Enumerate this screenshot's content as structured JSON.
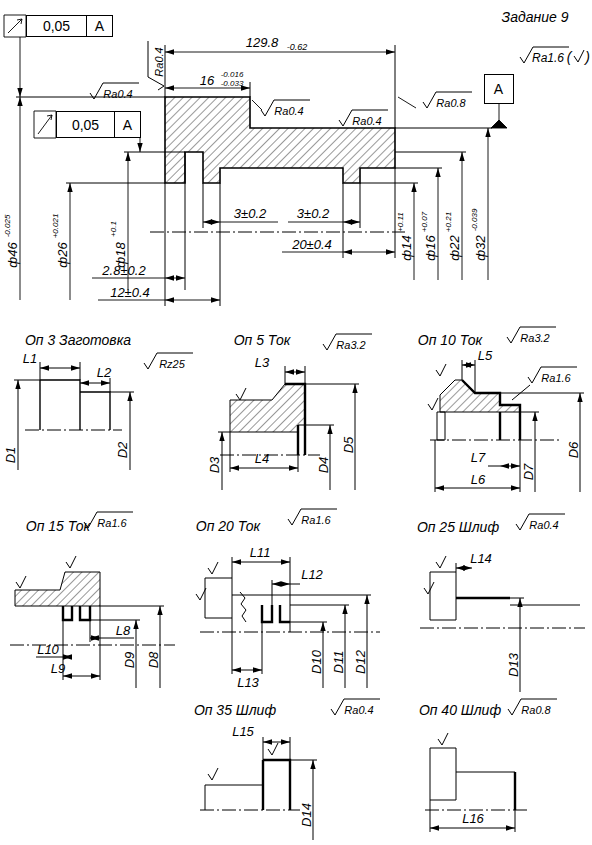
{
  "diagram": {
    "nodes": [
      {
        "text": [
          "0,05",
          "A"
        ]
      },
      {
        "text": [
          "0,05",
          "A"
        ]
      },
      {
        "text": [
          "A"
        ]
      }
    ],
    "labels": [
      "Задание 9",
      "Ra1.6",
      "(",
      ")",
      "Ra0.4",
      "129.8",
      "-0.62",
      "16",
      "-0.016",
      "-0.033",
      "Ra0.4",
      "Ra0.4",
      "Ra0.4",
      "Ra0.8",
      "ф46",
      "-0.025",
      "ф26",
      "+0.021",
      "ф18",
      "+0.1",
      "ф14",
      "+0.11",
      "ф16",
      "+0.07",
      "ф22",
      "+0.21",
      "ф32",
      "-0.039",
      "3±0.2",
      "3±0.2",
      "20±0.4",
      "2.8±0.2",
      "12±0.4",
      "Оп 3 Заготовка",
      "Rz25",
      "L1",
      "L2",
      "D1",
      "D2",
      "Оп 5 Ток",
      "Ra3.2",
      "L3",
      "L4",
      "D3",
      "D4",
      "D5",
      "Оп 10 Ток",
      "Ra3.2",
      "L5",
      "Ra1.6",
      "L7",
      "L6",
      "D7",
      "D6",
      "Оп 15 Ток",
      "Ra1.6",
      "L8",
      "L10",
      "L9",
      "D9",
      "D8",
      "Оп 20 Ток",
      "Ra1.6",
      "L11",
      "L12",
      "L13",
      "D10",
      "D11",
      "D12",
      "Оп 25 Шлиф",
      "Ra0.4",
      "L14",
      "D13",
      "Оп 35 Шлиф",
      "Ra0.4",
      "L15",
      "D14",
      "Оп 40 Шлиф",
      "Ra0.8",
      "L16"
    ]
  }
}
